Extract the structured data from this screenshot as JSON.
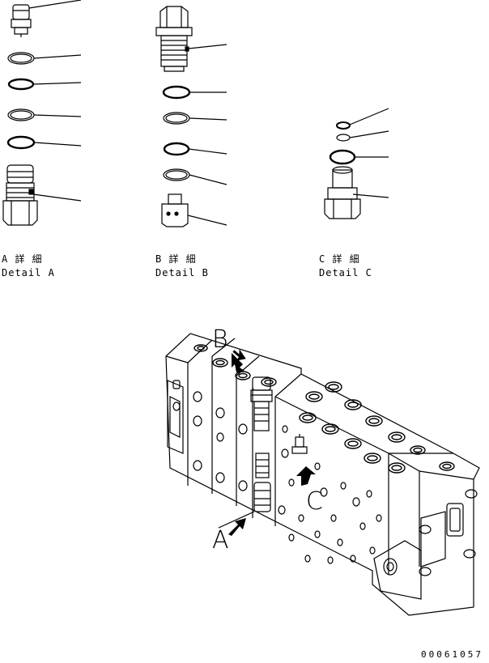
{
  "detail_a": {
    "jp": "A 詳 細",
    "en": "Detail A"
  },
  "detail_b": {
    "jp": "B 詳 細",
    "en": "Detail B"
  },
  "detail_c": {
    "jp": "C 詳 細",
    "en": "Detail C"
  },
  "callouts": {
    "a": "A",
    "b": "B",
    "c": "C"
  },
  "drawing_number": "00061057"
}
